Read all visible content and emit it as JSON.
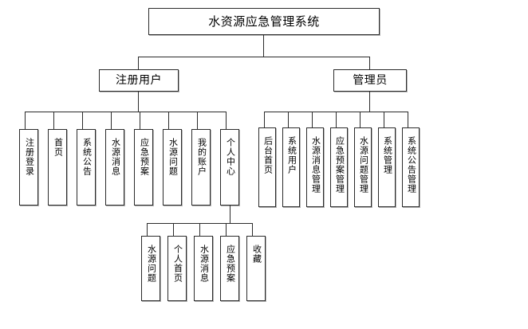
{
  "diagram": {
    "title": "水资源应急管理系统",
    "type": "system-function-hierarchy",
    "orientation": "top-down",
    "line_color": "#2b2b2b",
    "box_fill": "#ffffff",
    "text_color": "#000000"
  },
  "root": {
    "label": "水资源应急管理系统"
  },
  "branches": [
    {
      "label": "注册用户"
    },
    {
      "label": "管理员"
    }
  ],
  "user_leaves": [
    {
      "label": "注册登录"
    },
    {
      "label": "首页"
    },
    {
      "label": "系统公告"
    },
    {
      "label": "水源消息"
    },
    {
      "label": "应急预案"
    },
    {
      "label": "水源问题"
    },
    {
      "label": "我的账户"
    },
    {
      "label": "个人中心"
    }
  ],
  "admin_leaves": [
    {
      "label": "后台首页"
    },
    {
      "label": "系统用户"
    },
    {
      "label": "水源消息管理"
    },
    {
      "label": "应急预案管理"
    },
    {
      "label": "水源问题管理"
    },
    {
      "label": "系统管理"
    },
    {
      "label": "系统公告管理"
    }
  ],
  "personal_center_leaves": [
    {
      "label": "水源问题"
    },
    {
      "label": "个人首页"
    },
    {
      "label": "水源消息"
    },
    {
      "label": "应急预案"
    },
    {
      "label": "收藏"
    }
  ]
}
